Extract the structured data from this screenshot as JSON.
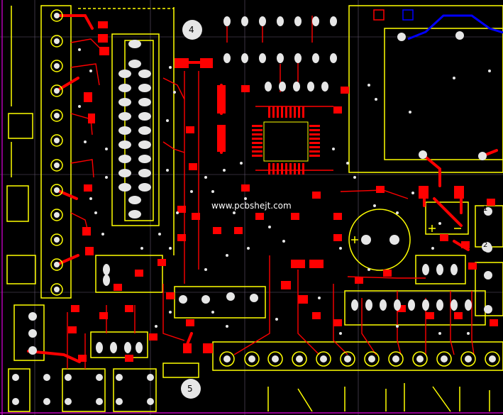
{
  "watermark": {
    "text": "www.pcbshejt.com"
  },
  "mounting_holes": [
    {
      "label": "4"
    },
    {
      "label": "5"
    }
  ],
  "corner_markers": [
    {
      "label": "1"
    },
    {
      "label": "2"
    }
  ],
  "colors": {
    "background": "#000000",
    "silkscreen": "#ffff00",
    "top_copper": "#ff0000",
    "bottom_copper": "#0000ff",
    "pad_white": "#e6e6e6",
    "board_outline": "#c000c0",
    "grid": "#9a8aa8"
  },
  "icons": [
    "polarity-plus-icon",
    "polarity-minus-icon",
    "watermark-text"
  ]
}
